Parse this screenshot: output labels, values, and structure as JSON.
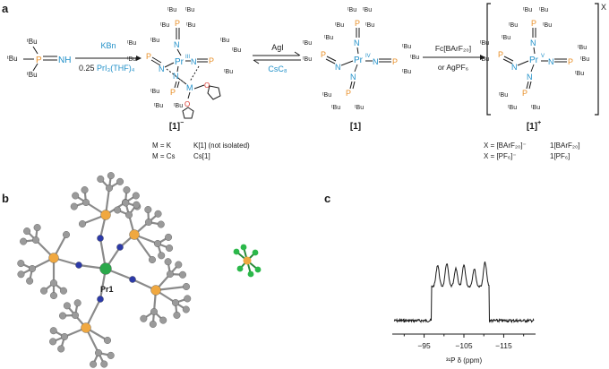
{
  "panels": {
    "a": "a",
    "b": "b",
    "c": "c"
  },
  "ligand": {
    "tbu": "ᵗBu",
    "P": "P",
    "NH": "NH"
  },
  "step1": {
    "reagent": "KBn",
    "sub_a": "0.25 ",
    "sub_b": "PrI₃(THF)₄"
  },
  "step2": {
    "top": "AgI",
    "bottom": "CsC₈"
  },
  "step3": {
    "top": "Fc[BArF₂₀]",
    "bottom": "or AgPF₆"
  },
  "atoms": {
    "Pr": "Pr",
    "N": "N",
    "P": "P",
    "M": "M",
    "O": "O",
    "ox3": "III",
    "ox4": "IV",
    "ox5": "V",
    "X": "X"
  },
  "compounds": {
    "anion": {
      "name": "[1]",
      "charge": "−"
    },
    "neutral": {
      "name": "[1]"
    },
    "cation": {
      "name": "[1]",
      "charge": "+"
    }
  },
  "notes_anion": [
    {
      "left": "M = K",
      "right": "K[1] (not isolated)"
    },
    {
      "left": "M = Cs",
      "right": "Cs[1]"
    }
  ],
  "notes_cation": [
    {
      "left": "X = [BArF₂₀]⁻",
      "right": "1[BArF₂₀]"
    },
    {
      "left": "X = [PF₆]⁻",
      "right": "1[PF₆]"
    }
  ],
  "crystal": {
    "label": "Pr1"
  },
  "colors": {
    "blue": "#1f8fc8",
    "orange": "#e8902a",
    "red": "#d8342a",
    "pr": "#2aa84a",
    "n": "#2c3aa8",
    "p": "#f0a840",
    "c": "#9a9a9a",
    "f": "#2bb84a"
  },
  "nmr": {
    "xlabel": "³¹P δ (ppm)",
    "ticks": [
      "−95",
      "−105",
      "−115"
    ],
    "tick_values": [
      -95,
      -105,
      -115
    ],
    "xrange": [
      -87,
      -123
    ]
  }
}
